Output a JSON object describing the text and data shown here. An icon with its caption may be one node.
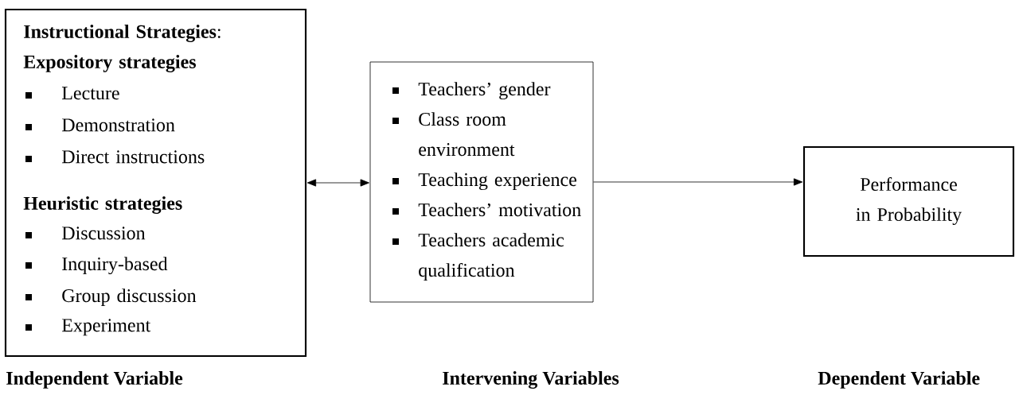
{
  "diagram": {
    "nodes": [
      {
        "text": [
          "**Instructional Strategies**:",
          "Expository strategies",
          "Lecture",
          "Demonstration",
          "Direct instructions",
          "Heuristic strategies",
          "Discussion",
          "Inquiry-based",
          "Group discussion",
          "Experiment"
        ]
      },
      {
        "text": [
          "Teachers’ gender",
          "Class room environment",
          "Teaching experience",
          "Teachers’ motivation",
          "Teachers academic qualification"
        ]
      },
      {
        "text": [
          "Performance in Probability"
        ]
      }
    ],
    "edges": [
      {
        "from": 0,
        "to": 1,
        "arrow": "both"
      },
      {
        "from": 1,
        "to": 2,
        "arrow": "to"
      }
    ],
    "labels": [
      "Independent Variable",
      "Intervening Variables",
      "Dependent Variable"
    ]
  }
}
